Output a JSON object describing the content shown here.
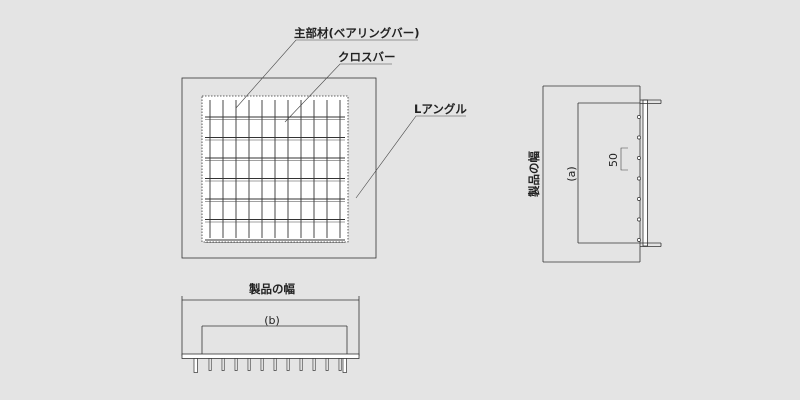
{
  "labels": {
    "main_bar": "主部材(ベアリングバー)",
    "cross_bar": "クロスバー",
    "l_angle": "Lアングル"
  },
  "dimensions": {
    "product_width": "製品の幅",
    "a": "(a)",
    "b": "(b)",
    "pitch": "50"
  },
  "colors": {
    "background": "#e4e4e4",
    "line": "#333333",
    "frame_fill": "#f4f4f4",
    "grating_fill": "#ffffff"
  }
}
